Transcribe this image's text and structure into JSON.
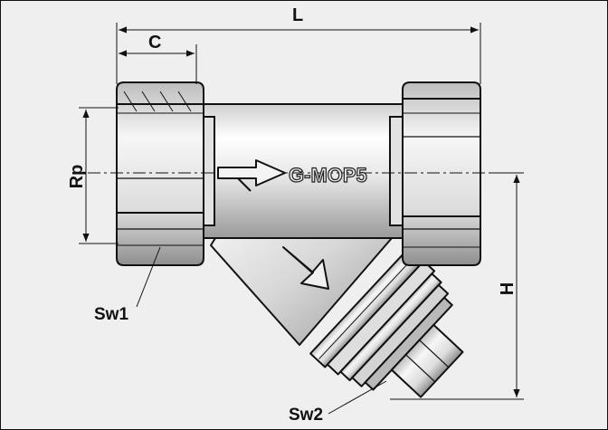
{
  "dimensions": {
    "length": "L",
    "connection_length": "C",
    "thread": "Rp",
    "height": "H"
  },
  "wrench_sizes": {
    "body_inlet": "Sw1",
    "cap": "Sw2"
  },
  "body_marking": "G-MOP5",
  "colors": {
    "line": "#111111",
    "metal_light": "#f4f4f4",
    "metal_mid": "#d2d2d2",
    "metal_dark": "#8a8a8a",
    "background": "#efefef"
  }
}
